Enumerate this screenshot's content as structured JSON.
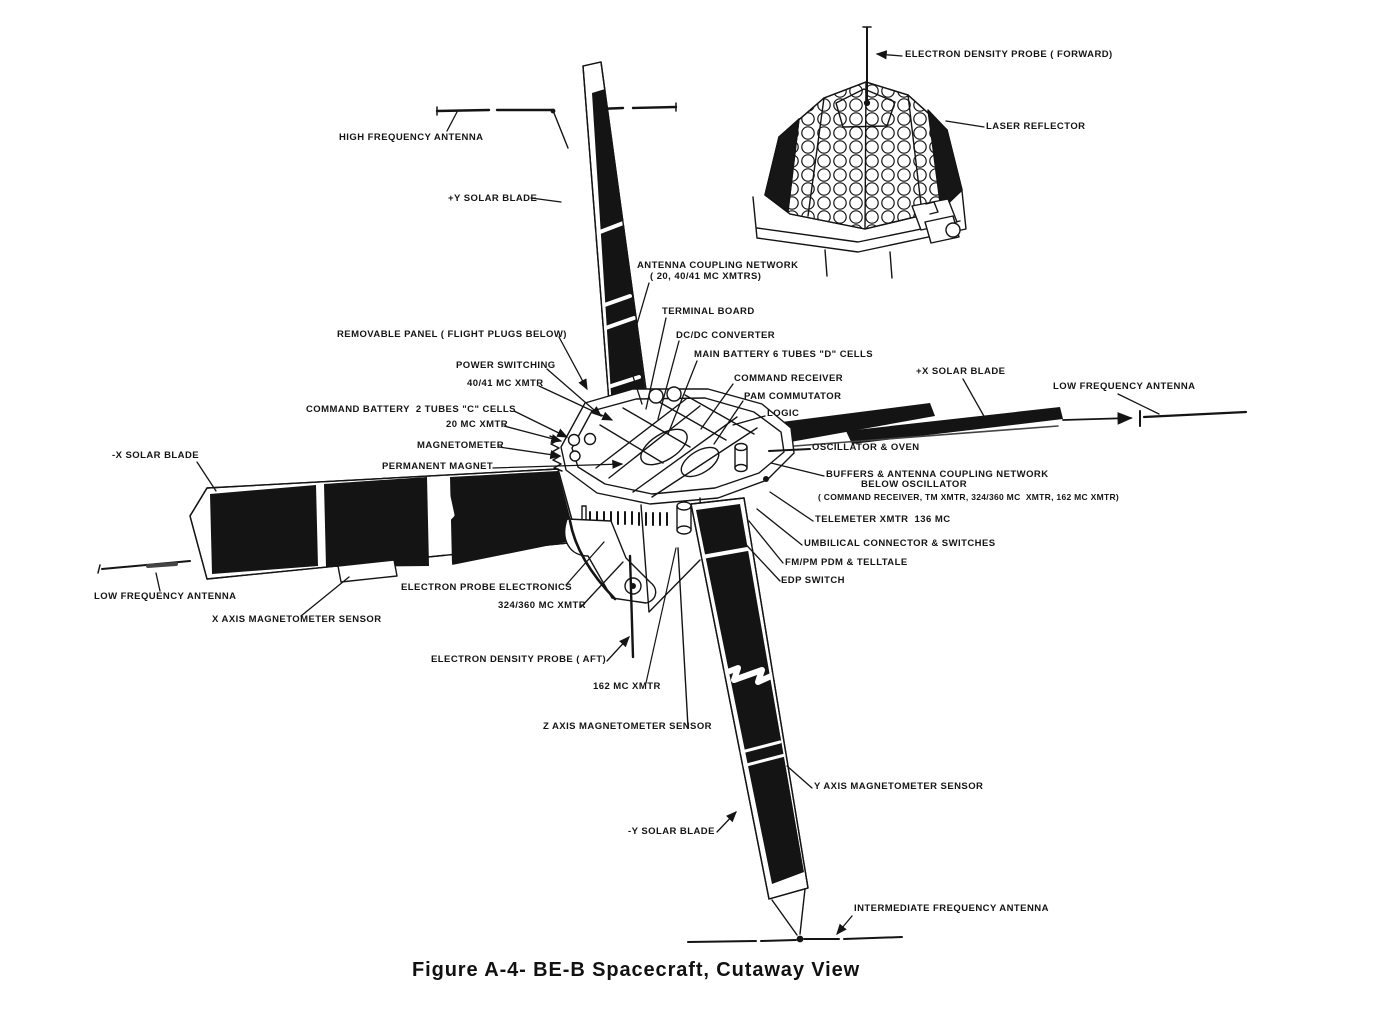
{
  "page": {
    "background": "#ffffff",
    "ink": "#141414"
  },
  "figure_caption": "Figure A-4- BE-B Spacecraft, Cutaway View",
  "labels": {
    "high_frequency_antenna": "HIGH FREQUENCY ANTENNA",
    "plus_y_solar_blade": "+Y SOLAR BLADE",
    "electron_density_probe_forward": "ELECTRON DENSITY PROBE ( FORWARD)",
    "laser_reflector": "LASER REFLECTOR",
    "antenna_coupling_network_line1": "ANTENNA COUPLING NETWORK",
    "antenna_coupling_network_line2": "( 20, 40/41 MC XMTRS)",
    "terminal_board": "TERMINAL BOARD",
    "dc_dc_converter": "DC/DC CONVERTER",
    "main_battery": "MAIN BATTERY 6 TUBES \"D\" CELLS",
    "command_receiver": "COMMAND RECEIVER",
    "pam_commutator": "PAM COMMUTATOR",
    "logic": "LOGIC",
    "plus_x_solar_blade": "+X SOLAR BLADE",
    "low_frequency_antenna_right": "LOW FREQUENCY ANTENNA",
    "removable_panel": "REMOVABLE PANEL ( FLIGHT PLUGS BELOW)",
    "power_switching": "POWER SWITCHING",
    "xmtr_40_41": "40/41 MC XMTR",
    "command_battery": "COMMAND BATTERY  2 TUBES \"C\" CELLS",
    "xmtr_20": "20 MC XMTR",
    "magnetometer": "MAGNETOMETER",
    "permanent_magnet": "PERMANENT MAGNET",
    "minus_x_solar_blade": "-X SOLAR BLADE",
    "low_frequency_antenna_left": "LOW FREQUENCY ANTENNA",
    "x_axis_magnetometer_sensor": "X AXIS MAGNETOMETER SENSOR",
    "oscillator_oven": "OSCILLATOR & OVEN",
    "buffers_line1": "BUFFERS & ANTENNA COUPLING NETWORK",
    "buffers_line2": "BELOW OSCILLATOR",
    "buffers_line3": "( COMMAND RECEIVER, TM XMTR, 324/360 MC  XMTR, 162 MC XMTR)",
    "telemeter_xmtr": "TELEMETER XMTR  136 MC",
    "umbilical_connector": "UMBILICAL CONNECTOR & SWITCHES",
    "fm_pm_pdm": "FM/PM PDM & TELLTALE",
    "edp_switch": "EDP SWITCH",
    "electron_probe_electronics": "ELECTRON PROBE ELECTRONICS",
    "xmtr_324_360": "324/360 MC XMTR",
    "electron_density_probe_aft": "ELECTRON DENSITY PROBE ( AFT)",
    "xmtr_162": "162 MC XMTR",
    "z_axis_magnetometer_sensor": "Z AXIS MAGNETOMETER SENSOR",
    "y_axis_magnetometer_sensor": "Y AXIS MAGNETOMETER SENSOR",
    "minus_y_solar_blade": "-Y SOLAR BLADE",
    "intermediate_frequency_antenna": "INTERMEDIATE FREQUENCY ANTENNA"
  }
}
